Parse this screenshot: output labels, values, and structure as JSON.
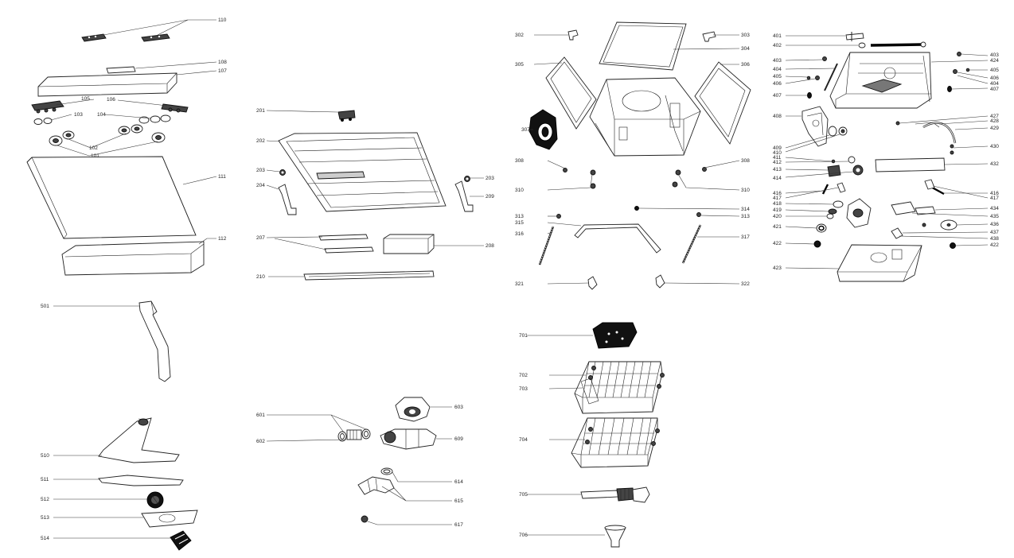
{
  "diagram": {
    "labels": {
      "l110": "110",
      "l108": "108",
      "l107": "107",
      "l105": "105",
      "l106": "106",
      "l103": "103",
      "l104": "104",
      "l102": "102",
      "l101": "101",
      "l111": "111",
      "l112": "112",
      "l201": "201",
      "l202": "202",
      "l203a": "203",
      "l203b": "203",
      "l204": "204",
      "l209": "209",
      "l207": "207",
      "l208": "208",
      "l210": "210",
      "l302": "302",
      "l303": "303",
      "l304": "304",
      "l305": "305",
      "l306": "306",
      "l307": "307",
      "l308a": "308",
      "l308b": "308",
      "l310a": "310",
      "l310b": "310",
      "l313a": "313",
      "l313b": "313",
      "l314": "314",
      "l315": "315",
      "l316": "316",
      "l317": "317",
      "l321": "321",
      "l322": "322",
      "l401": "401",
      "l402": "402",
      "l403a": "403",
      "l403b": "403",
      "l424": "424",
      "l404a": "404",
      "l405a": "405",
      "l406a": "406",
      "l405b": "405",
      "l406b": "406",
      "l404b": "404",
      "l407a": "407",
      "l407b": "407",
      "l408": "408",
      "l427": "427",
      "l428": "428",
      "l429": "429",
      "l409": "409",
      "l430": "430",
      "l410": "410",
      "l411": "411",
      "l412": "412",
      "l432": "432",
      "l413": "413",
      "l414": "414",
      "l416a": "416",
      "l417a": "417",
      "l416b": "416",
      "l417b": "417",
      "l418": "418",
      "l419": "419",
      "l434": "434",
      "l420": "420",
      "l435": "435",
      "l421": "421",
      "l436": "436",
      "l437": "437",
      "l438": "438",
      "l422a": "422",
      "l422b": "422",
      "l423": "423",
      "l501": "501",
      "l510": "510",
      "l511": "511",
      "l512": "512",
      "l513": "513",
      "l514": "514",
      "l601": "601",
      "l602": "602",
      "l603": "603",
      "l609": "609",
      "l614": "614",
      "l615": "615",
      "l617": "617",
      "l701": "701",
      "l702": "702",
      "l703": "703",
      "l704": "704",
      "l705": "705",
      "l706": "706"
    }
  }
}
